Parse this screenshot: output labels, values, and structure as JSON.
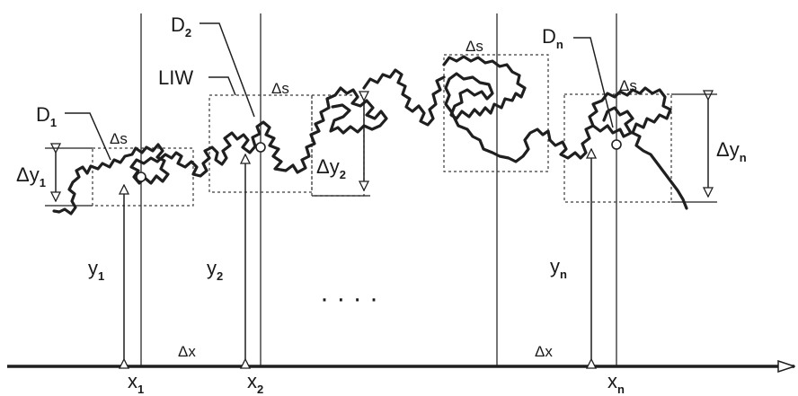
{
  "labels": {
    "d1": "D",
    "d1_sub": "1",
    "d2": "D",
    "d2_sub": "2",
    "dn": "D",
    "dn_sub": "n",
    "liw": "LIW",
    "delta_s": "Δs",
    "delta_x": "Δx",
    "dy": "Δy",
    "dy1_sub": "1",
    "dy2_sub": "2",
    "dyn_sub": "n",
    "y": "y",
    "y1_sub": "1",
    "y2_sub": "2",
    "yn_sub": "n",
    "x": "x",
    "x1_sub": "1",
    "x2_sub": "2",
    "xn_sub": "n",
    "ellipsis": "· · · ·"
  },
  "colors": {
    "ink": "#1f1f1f",
    "background": "#ffffff"
  }
}
